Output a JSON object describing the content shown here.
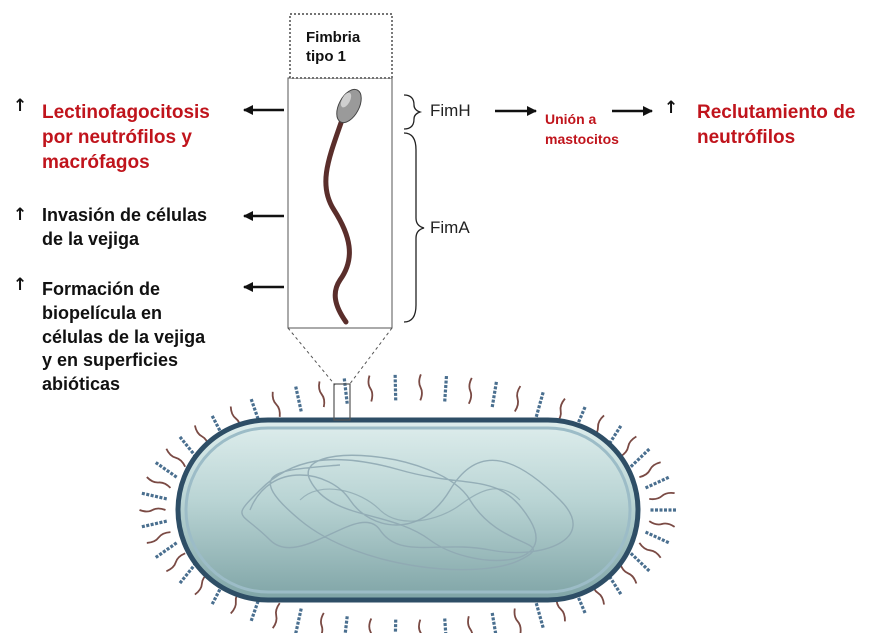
{
  "header_box": {
    "line1": "Fimbria",
    "line2": "tipo 1"
  },
  "components": {
    "fimh": "FimH",
    "fima": "FimA"
  },
  "left_effects": [
    {
      "lines": [
        "Lectinofagocitosis",
        "por neutrófilos y",
        "macrófagos"
      ],
      "color": "#c0141c",
      "arrow_icon": "up-arrow-icon"
    },
    {
      "lines": [
        "Invasión de células",
        "de la vejiga"
      ],
      "color": "#111111",
      "arrow_icon": "up-arrow-icon"
    },
    {
      "lines": [
        "Formación de",
        "biopelícula en",
        "células de la vejiga",
        "y en superficies",
        "abióticas"
      ],
      "color": "#111111",
      "arrow_icon": "up-arrow-icon"
    }
  ],
  "right_effect": {
    "mediator": [
      "Unión a",
      "mastocitos"
    ],
    "result": [
      "Reclutamiento de",
      "neutrófilos"
    ],
    "color": "#c0141c",
    "arrow_icon": "up-arrow-icon"
  }
}
